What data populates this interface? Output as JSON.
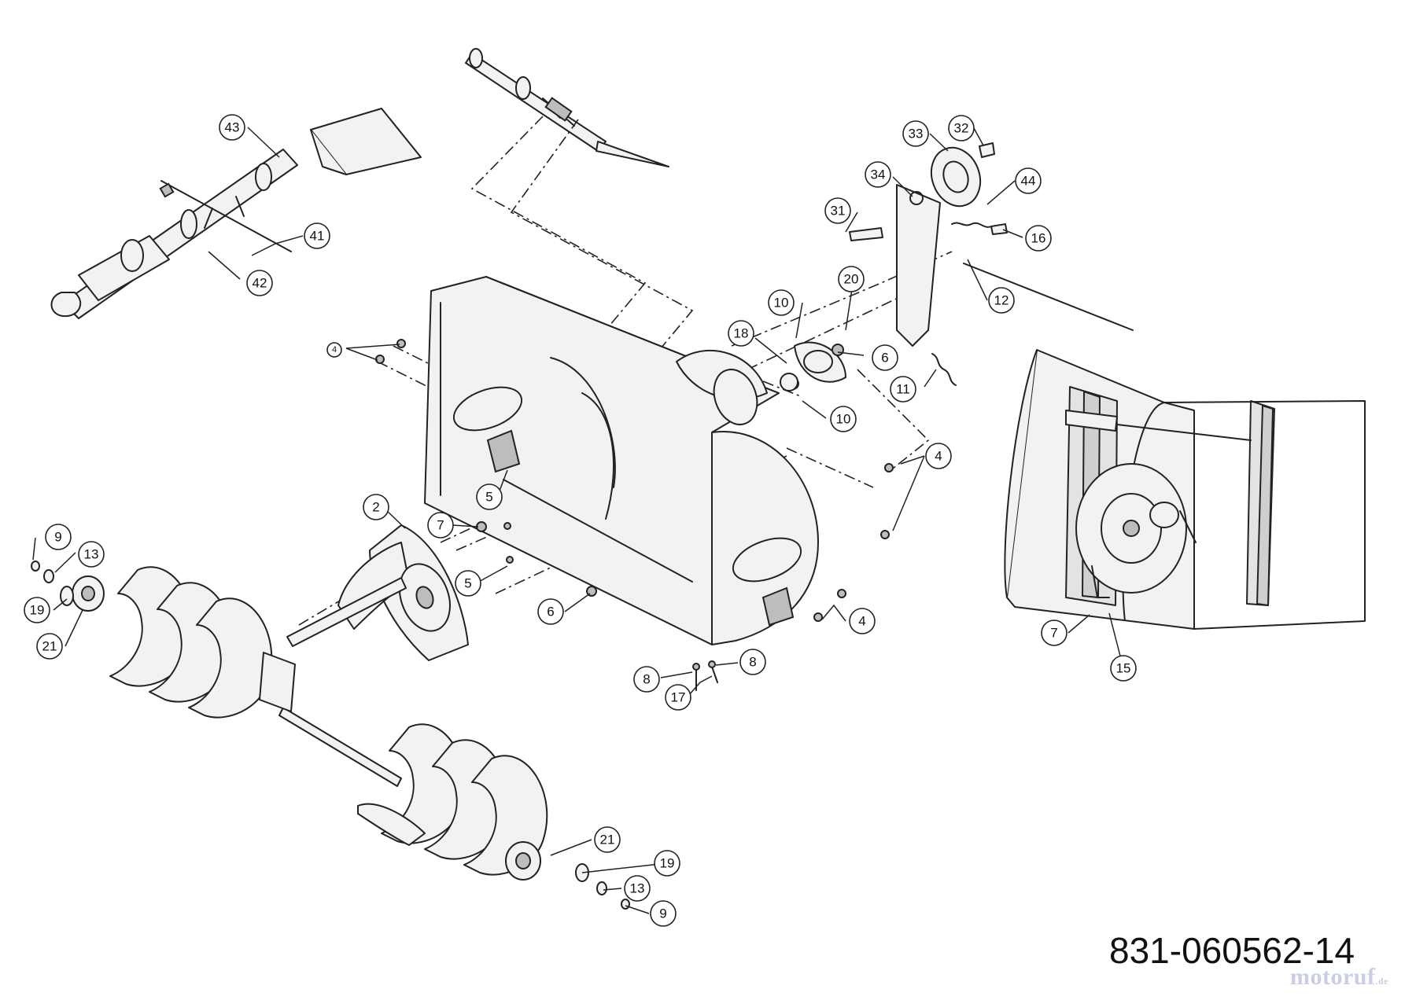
{
  "drawing_number": "831-060562-14",
  "watermark": {
    "brand": "motoruf",
    "suffix": ".de"
  },
  "callouts": [
    {
      "id": "c43",
      "label": "43"
    },
    {
      "id": "c41",
      "label": "41"
    },
    {
      "id": "c42",
      "label": "42"
    },
    {
      "id": "c33",
      "label": "33"
    },
    {
      "id": "c32",
      "label": "32"
    },
    {
      "id": "c34",
      "label": "34"
    },
    {
      "id": "c44",
      "label": "44"
    },
    {
      "id": "c31",
      "label": "31"
    },
    {
      "id": "c16",
      "label": "16"
    },
    {
      "id": "c20",
      "label": "20"
    },
    {
      "id": "c12",
      "label": "12"
    },
    {
      "id": "c10a",
      "label": "10"
    },
    {
      "id": "c18",
      "label": "18"
    },
    {
      "id": "c6a",
      "label": "6"
    },
    {
      "id": "c11",
      "label": "11"
    },
    {
      "id": "c10b",
      "label": "10"
    },
    {
      "id": "c4a",
      "label": "4"
    },
    {
      "id": "c4b",
      "label": "4"
    },
    {
      "id": "c4c",
      "label": "4"
    },
    {
      "id": "c5a",
      "label": "5"
    },
    {
      "id": "c2",
      "label": "2"
    },
    {
      "id": "c7a",
      "label": "7"
    },
    {
      "id": "c5b",
      "label": "5"
    },
    {
      "id": "c6b",
      "label": "6"
    },
    {
      "id": "c9a",
      "label": "9"
    },
    {
      "id": "c13a",
      "label": "13"
    },
    {
      "id": "c19a",
      "label": "19"
    },
    {
      "id": "c21a",
      "label": "21"
    },
    {
      "id": "c8a",
      "label": "8"
    },
    {
      "id": "c8b",
      "label": "8"
    },
    {
      "id": "c17",
      "label": "17"
    },
    {
      "id": "c7b",
      "label": "7"
    },
    {
      "id": "c15",
      "label": "15"
    },
    {
      "id": "c21b",
      "label": "21"
    },
    {
      "id": "c19b",
      "label": "19"
    },
    {
      "id": "c13b",
      "label": "13"
    },
    {
      "id": "c9b",
      "label": "9"
    }
  ]
}
